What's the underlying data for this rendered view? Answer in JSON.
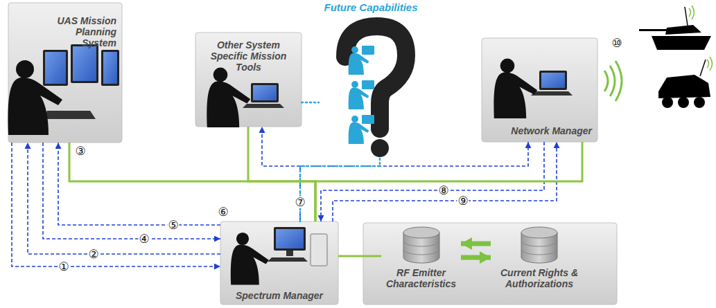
{
  "diagram": {
    "nodes": [
      {
        "text": [
          "UAS Mission Planning System"
        ]
      },
      {
        "text": [
          "Other System Specific Mission Tools"
        ]
      },
      {
        "text": [
          "Future Capabilities"
        ]
      },
      {
        "text": [
          "Network Manager"
        ]
      },
      {
        "text": [
          "Spectrum Manager"
        ]
      },
      {
        "text": [
          "RF Emitter Characteristics"
        ]
      },
      {
        "text": [
          "Current Rights & Authorizations"
        ]
      }
    ],
    "edges": [
      {
        "from": 0,
        "to": 4,
        "arrow": "to",
        "label": "①"
      },
      {
        "from": 4,
        "to": 0,
        "arrow": "to",
        "label": "②"
      },
      {
        "from": 0,
        "to": 4,
        "arrow": "to",
        "label": "④"
      },
      {
        "from": 4,
        "to": 0,
        "arrow": "to",
        "label": "⑤"
      },
      {
        "from": 4,
        "to": 1,
        "arrow": "to",
        "label": "⑦"
      },
      {
        "from": 4,
        "to": 3,
        "arrow": "to"
      },
      {
        "from": 4,
        "to": 2,
        "arrow": "none"
      },
      {
        "from": 3,
        "to": 4,
        "arrow": "to",
        "label": "⑧"
      },
      {
        "from": 4,
        "to": 3,
        "arrow": "to",
        "label": "⑨"
      },
      {
        "from": 0,
        "to": 4,
        "arrow": "none"
      },
      {
        "from": 1,
        "to": 4,
        "arrow": "none"
      },
      {
        "from": 3,
        "to": 4,
        "arrow": "none"
      },
      {
        "from": 4,
        "to": 5,
        "arrow": "none"
      },
      {
        "from": 6,
        "to": 5,
        "arrow": "to"
      },
      {
        "from": 5,
        "to": 6,
        "arrow": "to"
      },
      {
        "from": 1,
        "to": 2,
        "arrow": "none"
      }
    ],
    "labels": [
      "③",
      "⑥",
      "⑩"
    ]
  }
}
